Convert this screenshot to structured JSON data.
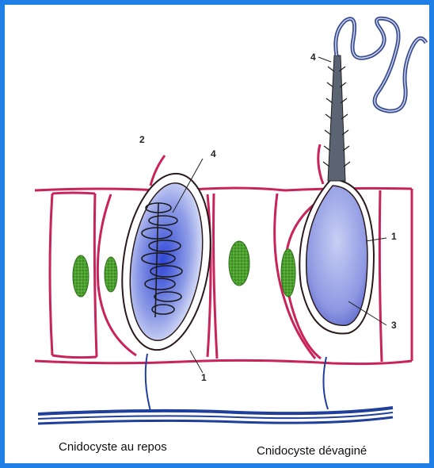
{
  "captions": {
    "left": "Cnidocyste au repos",
    "right": "Cnidocyste dévaginé"
  },
  "labels": {
    "capsule_wall_left": "1",
    "cnidocil": "2",
    "capsule_wall_right": "1",
    "capsule_interior": "3",
    "thread_left": "4",
    "thread_right": "4"
  },
  "colors": {
    "frame": "#1f7fe6",
    "cell_membrane": "#c8245a",
    "nucleus": "#3f9a2a",
    "capsule_fill": "#3a4fd0",
    "nerve": "#1f3f9a"
  }
}
